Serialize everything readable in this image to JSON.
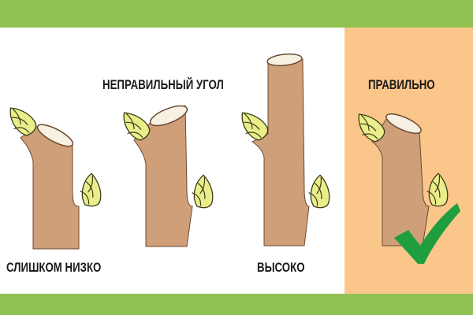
{
  "colors": {
    "green_bar": "#92c153",
    "correct_panel": "#fbc68a",
    "bark": "#cf9f7a",
    "bark_outline": "#6b4a30",
    "cut_surface": "#f6f1e2",
    "bud_fill": "#eaee8a",
    "bud_outline": "#3a3a1a",
    "checkmark": "#1e9e3e",
    "text": "#1a1a1a"
  },
  "labels": {
    "too_low": "СЛИШКОМ НИЗКО",
    "wrong_angle": "НЕПРАВИЛЬНЫЙ УГОЛ",
    "too_high": "ВЫСОКО",
    "correct": "ПРАВИЛЬНО"
  },
  "icons": {
    "correct_mark": "checkmark-icon"
  }
}
